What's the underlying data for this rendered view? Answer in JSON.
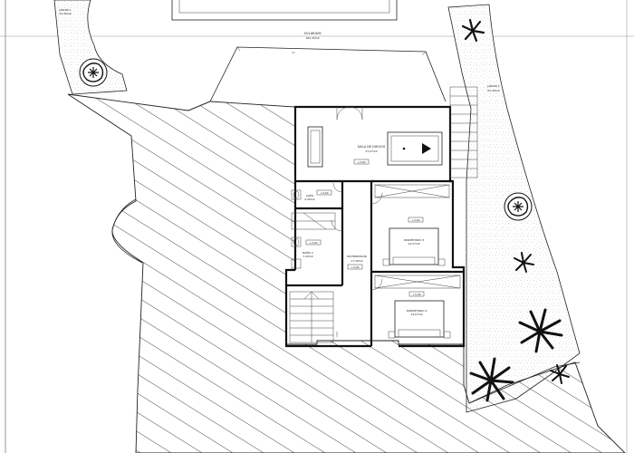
{
  "plan": {
    "outdoor": [
      {
        "key": "pool_area",
        "name": "SOLARIUM",
        "area": "181,35m2"
      },
      {
        "key": "garden_left",
        "name": "JARDIN 1",
        "area": "22,36m2"
      },
      {
        "key": "garden_right",
        "name": "JARDIN 2",
        "area": "61,30m2"
      }
    ],
    "rooms": [
      {
        "key": "game_room",
        "name": "SALA DE JUEGOS",
        "area": "27,27m2"
      },
      {
        "key": "storage",
        "name": "ASEO",
        "area": "2,20m2"
      },
      {
        "key": "bath",
        "name": "BAÑO 2",
        "area": "7,22m2"
      },
      {
        "key": "hall",
        "name": "DISTRIBUIDOR",
        "area": "17,30m2"
      },
      {
        "key": "bedroom_upper",
        "name": "DORMITORIO 3",
        "area": "14,37m2"
      },
      {
        "key": "bedroom_lower",
        "name": "DORMITORIO 4",
        "area": "13,07m2"
      }
    ],
    "level_tags": [
      "+3,40",
      "+3,40",
      "+3,40",
      "+3,40",
      "+3,40",
      "+3,40"
    ],
    "colors": {
      "line": "#111111",
      "hatch": "#333333",
      "gravel": "#9a9a9a",
      "paper": "#ffffff"
    },
    "icons": [
      "tree-icon",
      "palm-icon",
      "pool-table-icon",
      "sofa-icon",
      "bed-icon",
      "stairs-icon",
      "toilet-icon",
      "shower-icon"
    ]
  }
}
